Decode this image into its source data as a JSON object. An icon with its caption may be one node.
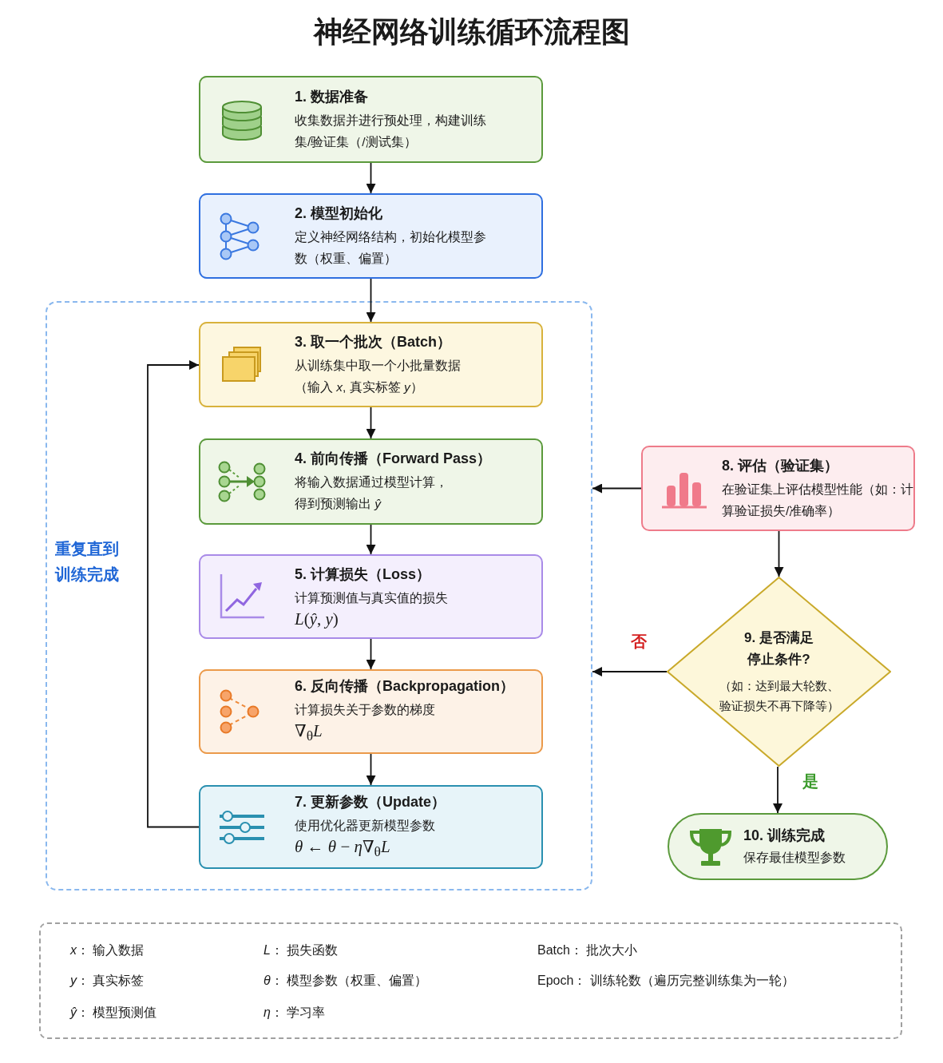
{
  "diagram": {
    "title": "神经网络训练循环流程图",
    "nodes": [
      {
        "text": [
          "1. 数据准备",
          "收集数据并进行预处理，构建训练集/验证集（/测试集）"
        ]
      },
      {
        "text": [
          "2. 模型初始化",
          "定义神经网络结构，初始化模型参数（权重、偏置）"
        ]
      },
      {
        "text": [
          "重复直到训练完成"
        ]
      },
      {
        "text": [
          "3. 取一个批次（Batch）",
          "从训练集中取一个小批量数据（输入 *x*, 真实标签 *y*）"
        ],
        "in": 2
      },
      {
        "text": [
          "4. 前向传播（Forward Pass）",
          "将输入数据通过模型计算，得到预测输出 *ŷ*"
        ],
        "in": 2
      },
      {
        "text": [
          "5. 计算损失（Loss）",
          "计算预测值与真实值的损失",
          "*L*(*ŷ*, *y*)"
        ],
        "in": 2
      },
      {
        "text": [
          "6. 反向传播（Backpropagation）",
          "计算损失关于参数的梯度",
          "∇$_{θ}$*L*"
        ],
        "in": 2
      },
      {
        "text": [
          "7. 更新参数（Update）",
          "使用优化器更新模型参数",
          "*θ* ← *θ* − *η*∇$_{θ}$*L*"
        ],
        "in": 2
      },
      {
        "text": [
          "8. 评估（验证集）",
          "在验证集上评估模型性能（如：计算验证损失/准确率）"
        ]
      },
      {
        "text": [
          "9. 是否满足停止条件?",
          "（如：达到最大轮数、验证损失不再下降等）"
        ]
      },
      {
        "text": [
          "10. 训练完成",
          "保存最佳模型参数"
        ]
      }
    ],
    "edges": [
      {
        "from": 0,
        "to": 1,
        "arrow": "to"
      },
      {
        "from": 1,
        "to": 3,
        "arrow": "to"
      },
      {
        "from": 3,
        "to": 4,
        "arrow": "to"
      },
      {
        "from": 4,
        "to": 5,
        "arrow": "to"
      },
      {
        "from": 5,
        "to": 6,
        "arrow": "to"
      },
      {
        "from": 6,
        "to": 7,
        "arrow": "to"
      },
      {
        "from": 7,
        "to": 3,
        "arrow": "to"
      },
      {
        "from": 8,
        "to": 2,
        "arrow": "to"
      },
      {
        "from": 8,
        "to": 9,
        "arrow": "to"
      },
      {
        "from": 9,
        "to": 2,
        "label": "否",
        "arrow": "to"
      },
      {
        "from": 9,
        "to": 10,
        "label": "是",
        "arrow": "to"
      }
    ],
    "labels": [
      "*x*： 输入数据",
      "*L*： 损失函数",
      "Batch： 批次大小",
      "*y*： 真实标签",
      "*θ*： 模型参数（权重、偏置）",
      "Epoch： 训练轮数（遍历完整训练集为一轮）",
      "*ŷ*： 模型预测值",
      "*η*： 学习率"
    ]
  }
}
